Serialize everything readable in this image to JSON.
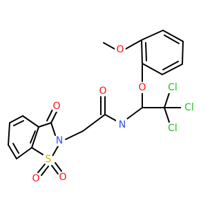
{
  "atoms": {
    "methoxy_o": {
      "text": "O",
      "color": "#ff0d0d"
    },
    "ether_o": {
      "text": "O",
      "color": "#ff0d0d"
    },
    "cl_top": {
      "text": "Cl",
      "color": "#1fc01f"
    },
    "cl_right": {
      "text": "Cl",
      "color": "#1fc01f"
    },
    "cl_bottom": {
      "text": "Cl",
      "color": "#1fc01f"
    },
    "amide_o": {
      "text": "O",
      "color": "#ff0d0d"
    },
    "amide_n": {
      "text": "N",
      "color": "#3050f8"
    },
    "ring_n": {
      "text": "N",
      "color": "#3050f8"
    },
    "keto_o": {
      "text": "O",
      "color": "#ff0d0d"
    },
    "sulfur": {
      "text": "S",
      "color": "#c8b400"
    },
    "sulfonyl_o1": {
      "text": "O",
      "color": "#ff0d0d"
    },
    "sulfonyl_o2": {
      "text": "O",
      "color": "#ff0d0d"
    }
  }
}
